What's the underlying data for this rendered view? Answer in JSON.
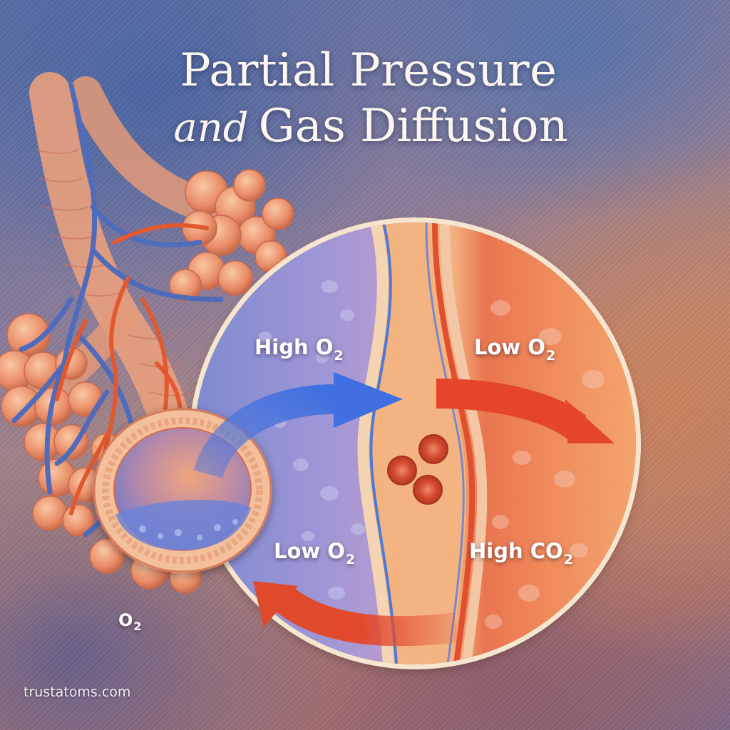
{
  "title": {
    "line1": "Partial Pressure",
    "line2_italic": "and",
    "line2_rest": "Gas Diffusion"
  },
  "labels": {
    "alveolar_side_top": {
      "text": "High O",
      "subscript": "2"
    },
    "blood_side_top": {
      "text": "Low O",
      "subscript": "2"
    },
    "alveolar_side_bottom": {
      "text": "Low O",
      "subscript": "2"
    },
    "blood_side_bottom": {
      "text": "High CO",
      "subscript": "2"
    },
    "free_molecule": {
      "text": "O",
      "subscript": "2"
    }
  },
  "arrows": [
    {
      "name": "o2-into-capillary",
      "color": "#3f6fe0",
      "direction": "right"
    },
    {
      "name": "o2-into-tissue",
      "color": "#e5452a",
      "direction": "down-right"
    },
    {
      "name": "co2-to-alveolus",
      "color": "#e2492d",
      "direction": "left"
    }
  ],
  "colors": {
    "oxygen_blue": "#3f6fe0",
    "carbon_red": "#e5452a",
    "circle_border": "#f6e6cf",
    "title_text": "#fbf7f0"
  },
  "watermark": "trustatoms.com"
}
